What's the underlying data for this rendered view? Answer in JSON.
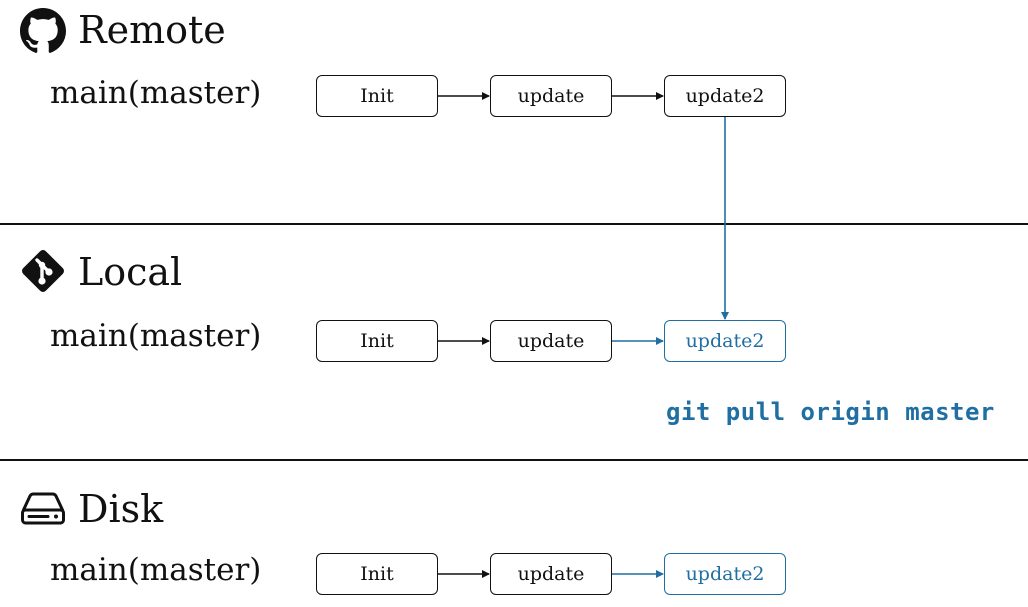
{
  "sections": [
    {
      "id": "remote",
      "title": "Remote",
      "icon": "github-icon",
      "branch": "main(master)",
      "commits": [
        {
          "label": "Init",
          "highlight": false
        },
        {
          "label": "update",
          "highlight": false
        },
        {
          "label": "update2",
          "highlight": false
        }
      ]
    },
    {
      "id": "local",
      "title": "Local",
      "icon": "git-icon",
      "branch": "main(master)",
      "commits": [
        {
          "label": "Init",
          "highlight": false
        },
        {
          "label": "update",
          "highlight": false
        },
        {
          "label": "update2",
          "highlight": true
        }
      ],
      "command": "git pull origin master"
    },
    {
      "id": "disk",
      "title": "Disk",
      "icon": "hard-drive-icon",
      "branch": "main(master)",
      "commits": [
        {
          "label": "Init",
          "highlight": false
        },
        {
          "label": "update",
          "highlight": false
        },
        {
          "label": "update2",
          "highlight": true
        }
      ]
    }
  ],
  "colors": {
    "text": "#111111",
    "accent": "#1f6fa3",
    "background": "#ffffff"
  }
}
